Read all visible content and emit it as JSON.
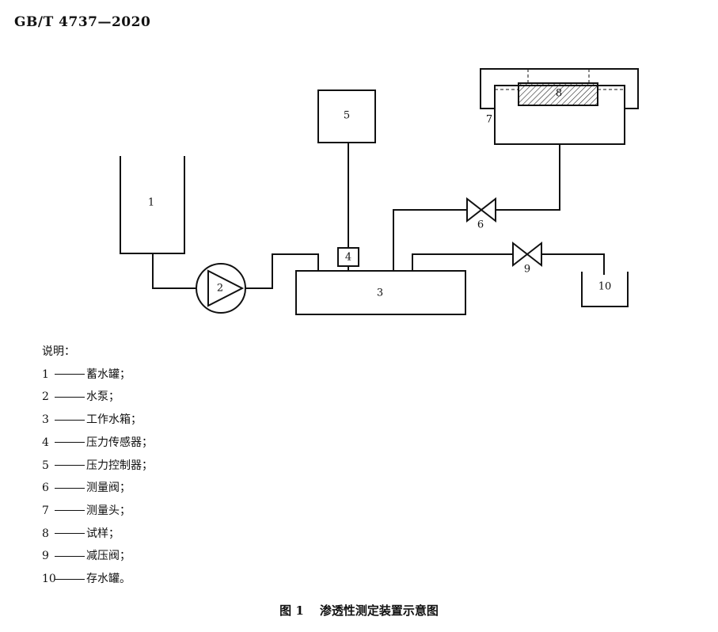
{
  "header": {
    "standard_no": "GB/T 4737—2020"
  },
  "diagram": {
    "labels": {
      "c1": "1",
      "c2": "2",
      "c3": "3",
      "c4": "4",
      "c5": "5",
      "c6": "6",
      "c7": "7",
      "c8": "8",
      "c9": "9",
      "c10": "10"
    }
  },
  "legend": {
    "title": "说明：",
    "items": [
      {
        "num": "1",
        "text": "蓄水罐；"
      },
      {
        "num": "2",
        "text": "水泵；"
      },
      {
        "num": "3",
        "text": "工作水箱；"
      },
      {
        "num": "4",
        "text": "压力传感器；"
      },
      {
        "num": "5",
        "text": "压力控制器；"
      },
      {
        "num": "6",
        "text": "测量阀；"
      },
      {
        "num": "7",
        "text": "测量头；"
      },
      {
        "num": "8",
        "text": "试样；"
      },
      {
        "num": "9",
        "text": "减压阀；"
      },
      {
        "num": "10",
        "text": "存水罐。"
      }
    ]
  },
  "caption": {
    "figure_no": "图 1",
    "title": "渗透性测定装置示意图"
  }
}
